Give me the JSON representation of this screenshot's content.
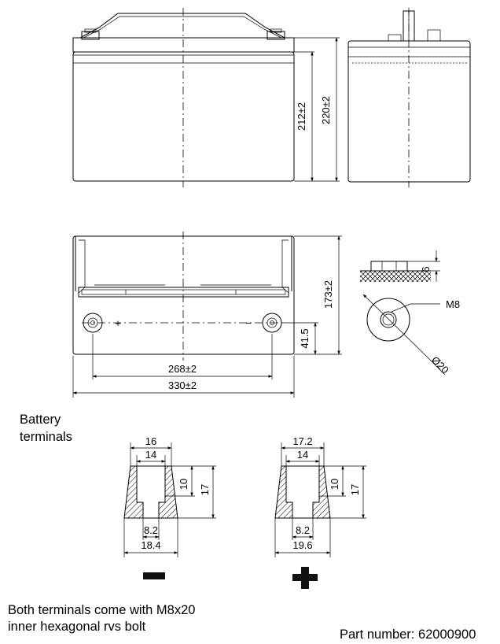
{
  "front_view": {
    "dim_height_inner": "212±2",
    "dim_height_total": "220±2"
  },
  "top_view": {
    "dim_depth": "173±2",
    "dim_terminal_offset": "41.5",
    "dim_terminal_spacing": "268±2",
    "dim_length": "330±2",
    "polarity_positive": "+",
    "polarity_negative": "−"
  },
  "terminal_detail": {
    "height_label": "6",
    "bolt_label": "M8",
    "diameter_label": "Ø20"
  },
  "battery_terminals": {
    "heading_line1": "Battery",
    "heading_line2": "terminals",
    "negative": {
      "top_outer": "16",
      "top_inner": "14",
      "depth_inner": "10",
      "depth_total": "17",
      "bottom_inner": "8.2",
      "bottom_outer": "18.4"
    },
    "positive": {
      "top_outer": "17.2",
      "top_inner": "14",
      "depth_inner": "10",
      "depth_total": "17",
      "bottom_inner": "8.2",
      "bottom_outer": "19.6"
    }
  },
  "footer": {
    "note_line1": "Both terminals come with M8x20",
    "note_line2": "inner hexagonal rvs bolt",
    "part_number": "Part number: 62000900"
  }
}
